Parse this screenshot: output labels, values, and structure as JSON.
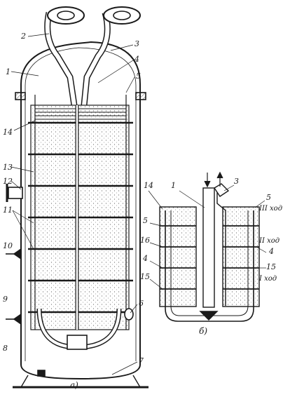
{
  "figure": {
    "left_labels": [
      "2",
      "1",
      "14",
      "13",
      "12",
      "11",
      "10",
      "9",
      "8"
    ],
    "right_labels": [
      "3",
      "4",
      "5",
      "6",
      "7"
    ],
    "caption_a": "а)",
    "caption_b": "б)",
    "inset_left_labels": [
      "14",
      "5",
      "16",
      "4",
      "15"
    ],
    "inset_top_labels": [
      "1",
      "3"
    ],
    "inset_right_labels": [
      "5",
      "4",
      "15"
    ],
    "pass_labels": [
      "III ход",
      "II ход",
      "I ход"
    ]
  },
  "colors": {
    "ink": "#1a1a1a",
    "paper": "#ffffff",
    "hatch": "#555555"
  }
}
